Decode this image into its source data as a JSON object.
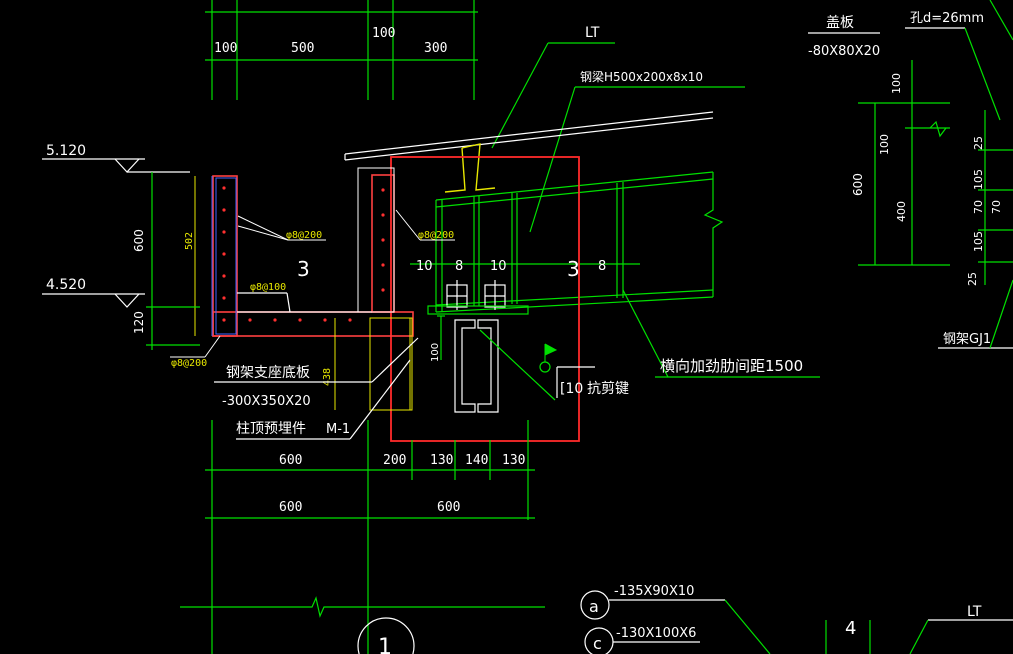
{
  "colors": {
    "background": "#000000",
    "line": "#00e000",
    "text": "#ffffff",
    "rebar": "#e8e800",
    "highlight": "#ff2a2a",
    "concrete": "#ff4040"
  },
  "top_dims": [
    "100",
    "500",
    "100",
    "300"
  ],
  "top_labels": {
    "lt": "LT",
    "steel_beam": "钢梁H500x200x8x10",
    "cover_plate": "盖板",
    "cover_plate_size": "-80X80X20",
    "hole": "孔d=26mm"
  },
  "elevations": [
    "5.120",
    "4.520"
  ],
  "left_dims": [
    "600",
    "120"
  ],
  "rebar_labels": [
    "502",
    "φ8@200",
    "φ8@200",
    "φ8@100",
    "φ8@200",
    "438"
  ],
  "mid_dims": [
    "10",
    "8",
    "10",
    "8"
  ],
  "section_marks": [
    "3",
    "3"
  ],
  "notes": {
    "stiffener": "横向加劲肋间距1500",
    "shear_key_a": "[10",
    "shear_key_b": "抗剪键",
    "base_plate": "钢架支座底板",
    "base_plate_size": "-300X350X20",
    "embed": "柱顶预埋件",
    "embed_code": "M-1",
    "dim100": "100"
  },
  "right_dims": [
    "100",
    "100",
    "600",
    "400",
    "25",
    "105",
    "70",
    "70",
    "105",
    "25"
  ],
  "frame_label": "钢架GJ1",
  "bottom_dims_row1": [
    "600",
    "200",
    "130",
    "140",
    "130"
  ],
  "bottom_dims_row2": [
    "600",
    "600"
  ],
  "callouts": [
    {
      "letter": "a",
      "spec": "-135X90X10"
    },
    {
      "letter": "c",
      "spec": "-130X100X6"
    }
  ],
  "bottom_right": {
    "num": "4",
    "lt": "LT"
  },
  "bottom_mark": "1"
}
